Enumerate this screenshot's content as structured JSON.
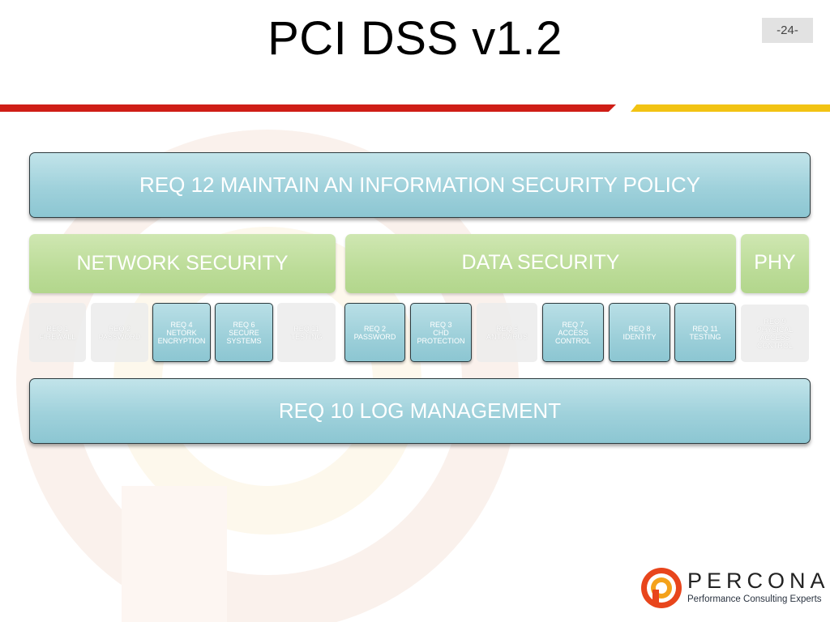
{
  "slide": {
    "title": "PCI DSS v1.2",
    "number": "-24-"
  },
  "diagram": {
    "top_bar": "REQ 12 MAINTAIN AN INFORMATION SECURITY POLICY",
    "bottom_bar": "REQ 10 LOG MANAGEMENT",
    "categories": {
      "network": "NETWORK SECURITY",
      "data": "DATA SECURITY",
      "physical": "PHY"
    },
    "requirements": [
      {
        "label": "REQ 1\nFIREWALL",
        "active": false
      },
      {
        "label": "REQ 2\nPASSWORD",
        "active": false
      },
      {
        "label": "REQ 4\nNETORK\nENCRYPTION",
        "active": true
      },
      {
        "label": "REQ 6\nSECURE\nSYSTEMS",
        "active": true
      },
      {
        "label": "REQ 11\nTESTING",
        "active": false
      },
      {
        "label": "REQ 2\nPASSWORD",
        "active": true
      },
      {
        "label": "REQ 3\nCHD\nPROTECTION",
        "active": true
      },
      {
        "label": "REQ 5\nANTI-VIRUS",
        "active": false
      },
      {
        "label": "REQ 7\nACCESS\nCONTROL",
        "active": true
      },
      {
        "label": "REQ 8\nIDENTITY",
        "active": true
      },
      {
        "label": "REQ 11\nTESTING",
        "active": true
      },
      {
        "label": "REQ 9\nPHYSICAL\nACCESS\nCONTROL",
        "active": false
      }
    ]
  },
  "logo": {
    "wordmark": "PERCONA",
    "tagline": "Performance Consulting Experts"
  },
  "colors": {
    "red_stripe": "#cf1e16",
    "yellow_stripe": "#f2c313",
    "bar_blue": "#9fd1db",
    "category_green": "#bcdc98"
  }
}
